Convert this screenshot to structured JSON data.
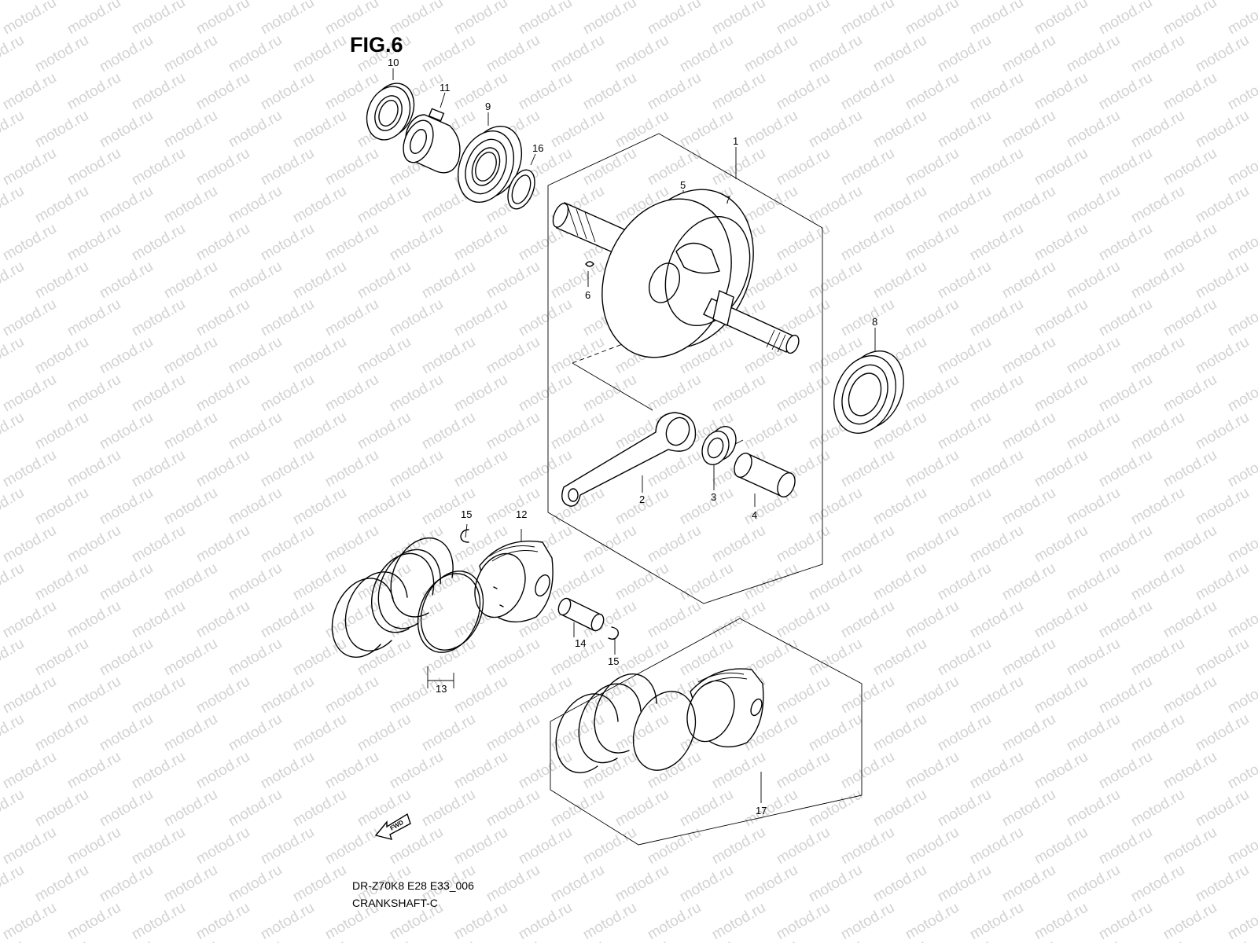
{
  "title": "FIG.6",
  "watermark": "motod.ru",
  "captions": {
    "code": "DR-Z70K8 E28 E33_006",
    "name": "CRANKSHAFT-C"
  },
  "fwd_label": "FWD",
  "callouts": [
    "1",
    "2",
    "3",
    "4",
    "5",
    "6",
    "7",
    "8",
    "9",
    "10",
    "11",
    "12",
    "13",
    "14",
    "15",
    "15",
    "16",
    "17"
  ]
}
